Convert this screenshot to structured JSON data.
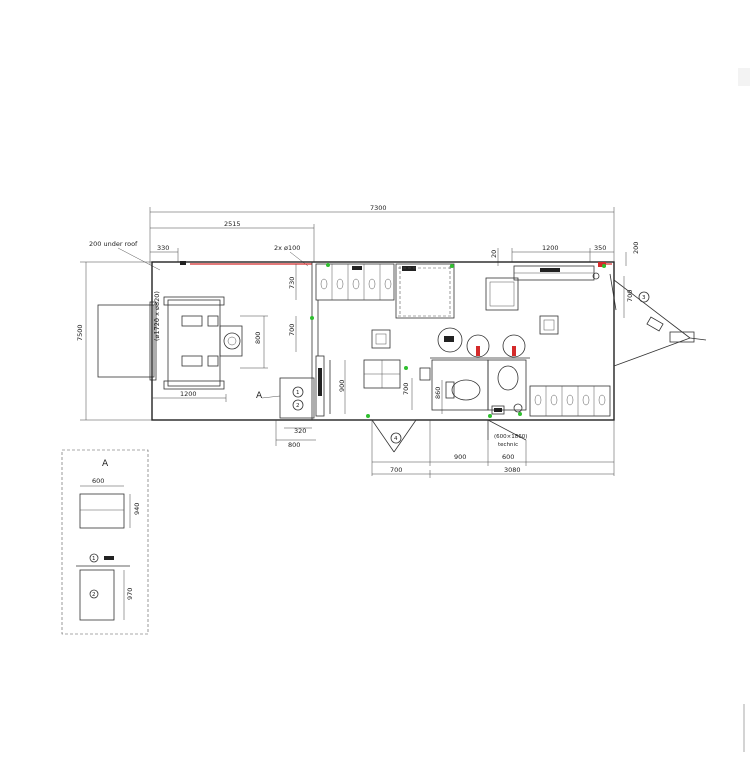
{
  "dims": {
    "overall_length": "7300",
    "d2515": "2515",
    "d330": "330",
    "under_roof": "200 under roof",
    "pipes": "2x ø100",
    "d1200_top": "1200",
    "d350": "350",
    "d200": "200",
    "d20": "20",
    "width_7500": "7500",
    "d730": "730",
    "d700_left": "700",
    "d800_table": "800",
    "d1200_bottom": "1200",
    "d900_bench": "900",
    "d700_mid": "700",
    "d860": "860",
    "d320": "320",
    "d800_bottom": "800",
    "d700_door": "700",
    "d900_bath": "900",
    "d600_tech": "600",
    "d3080": "3080",
    "d700_right": "700",
    "technic_size": "(600×1860)",
    "technic_label": "technic",
    "awning": "(ø1720 x ø820)"
  },
  "section_marker": "A",
  "circles": {
    "c1": "1",
    "c2": "2",
    "c3": "3",
    "c4": "4"
  },
  "detail": {
    "title": "A",
    "w600": "600",
    "h940": "940",
    "h970": "970",
    "c1": "1",
    "c2": "2"
  }
}
